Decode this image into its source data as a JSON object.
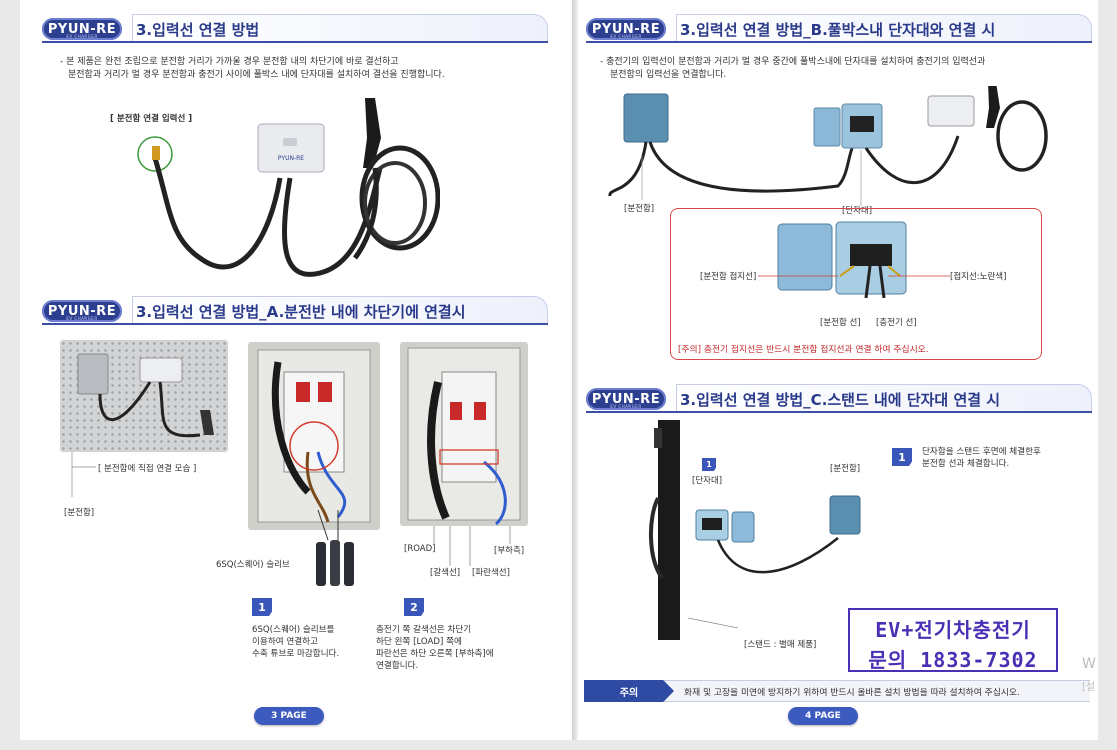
{
  "left_page": {
    "logo": "PYUN-RE",
    "section1": {
      "title": "3.입력선 연결 방법",
      "desc_line1": "- 본 제품은 완전 조립으로 분전함 거리가 가까울 경우  분전함 내의  차단기에 바로 결선하고",
      "desc_line2": "분전함과 거리가 멀 경우 분전함과 충전기 사이에  풀박스 내에 단자대를 설치하여  결선을 진행합니다.",
      "input_label": "[ 분전함 연결 입력선 ]",
      "charger_brand": "PYUN-RE"
    },
    "section2": {
      "title": "3.입력선 연결 방법_A.분전반 내에 차단기에 연결시",
      "caption_direct": "[ 분전함에 직접 연결 모습 ]",
      "caption_panel": "[분전함]",
      "sleeve_label": "6SQ(스퀘어) 슬리브",
      "road_label": "[ROAD]",
      "load_label": "[부하측]",
      "brown_label": "[갈색선]",
      "blue_label": "[파란색선]",
      "step1_num": "1",
      "step1_line1": "6SQ(스퀘어) 슬리브를",
      "step1_line2": "이용하여 연결하고",
      "step1_line3": "수축 튜브로 마감합니다.",
      "step2_num": "2",
      "step2_line1": "충전기 쪽 갈색선은  차단기",
      "step2_line2": "하단 왼쪽 [LOAD] 쪽에",
      "step2_line3": "파란선은 하단 오른쪽 [부하측]에",
      "step2_line4": "연결합니다."
    },
    "page_number": "3 PAGE"
  },
  "right_page": {
    "logo": "PYUN-RE",
    "section_b": {
      "title": "3.입력선 연결 방법_B.풀박스내 단자대와 연결 시",
      "desc_line1": "- 충전기의 입력선이 분전함과 거리가 멀 경우 중간에 풀박스내에 단자대를 설치하여 충전기의 입력선과",
      "desc_line2": "분전함의 입력선을 연결합니다.",
      "panel_label": "[분전함]",
      "terminal_label": "[단자대]",
      "ground_panel_label": "[분전함 접지선]",
      "ground_yellow_label": "[접지선:노란색]",
      "panel_line_label": "[분전함 선]",
      "charger_line_label": "[충전기 선]",
      "caution_text": "[주의]  충전기 접지선은 반드시 분전함 접지선과 연결 하여 주십시오."
    },
    "section_c": {
      "title": "3.입력선 연결 방법_C.스탠드 내에 단자대 연결 시",
      "step_num": "1",
      "step_line1": "단자함을 스탠드 후면에 체결한후",
      "step_line2": "분전함 선과 체결합니다.",
      "terminal_label": "[단자대]",
      "panel_label": "[분전함]",
      "stand_label": "[스탠드 : 별매 제품]",
      "badge_num": "1"
    },
    "note": {
      "tag": "주의",
      "text": "화재 및 고장을 미연에 방지하기 위하여 반드시 올바른 설치 방법을 따라 설치하여 주십시오."
    },
    "page_number": "4 PAGE"
  },
  "ad": {
    "line1": "EV+전기차충전기",
    "line2": "문의 1833-7302"
  },
  "watermark": {
    "w": "W",
    "bracket": "[설"
  },
  "colors": {
    "brand_blue": "#2d3f8f",
    "caution_red": "#c0282d",
    "ad_purple": "#4a2fb5"
  }
}
